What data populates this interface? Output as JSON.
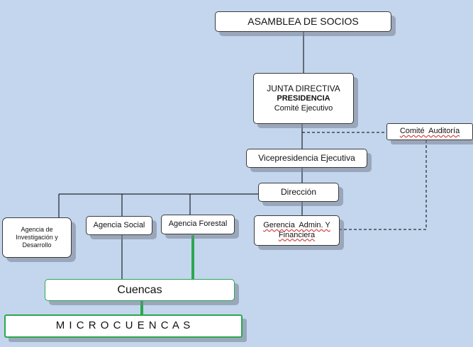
{
  "diagram": {
    "assembly": "ASAMBLEA DE SOCIOS",
    "board": {
      "line1": "JUNTA DIRECTIVA",
      "line2": "PRESIDENCIA",
      "line3": "Comité Ejecutivo"
    },
    "audit_committee": "Comité  Auditoría",
    "executive_vp": "Vicepresidencia Ejecutiva",
    "direction": "Dirección",
    "agencies": {
      "research": {
        "line1": "Agencia de",
        "line2": "Investigación y",
        "line3": "Desarrollo"
      },
      "social": "Agencia Social",
      "forestry": "Agencia Forestal"
    },
    "admin_finance": {
      "line1": "Gerencia  Admin. Y",
      "line2": "Financiera"
    },
    "watersheds": "Cuencas",
    "micro_watersheds": "M I C R O C U E N C A S"
  },
  "colors": {
    "background": "#c3d6ee",
    "green_connector": "#2aa84e",
    "line": "#000000"
  }
}
